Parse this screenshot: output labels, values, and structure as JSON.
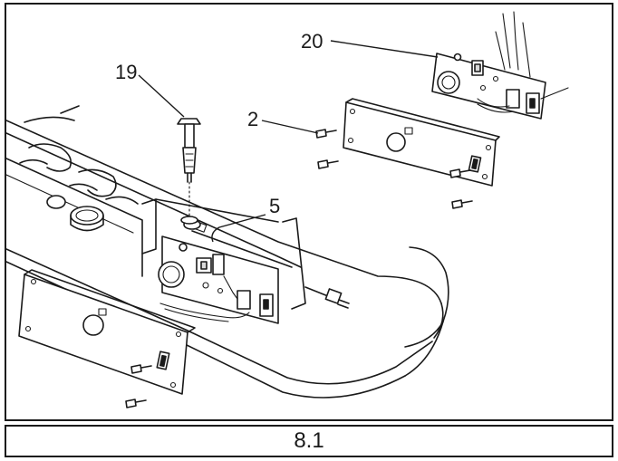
{
  "figure": {
    "caption": "8.1",
    "callouts": [
      "19",
      "20",
      "2",
      "5"
    ]
  }
}
